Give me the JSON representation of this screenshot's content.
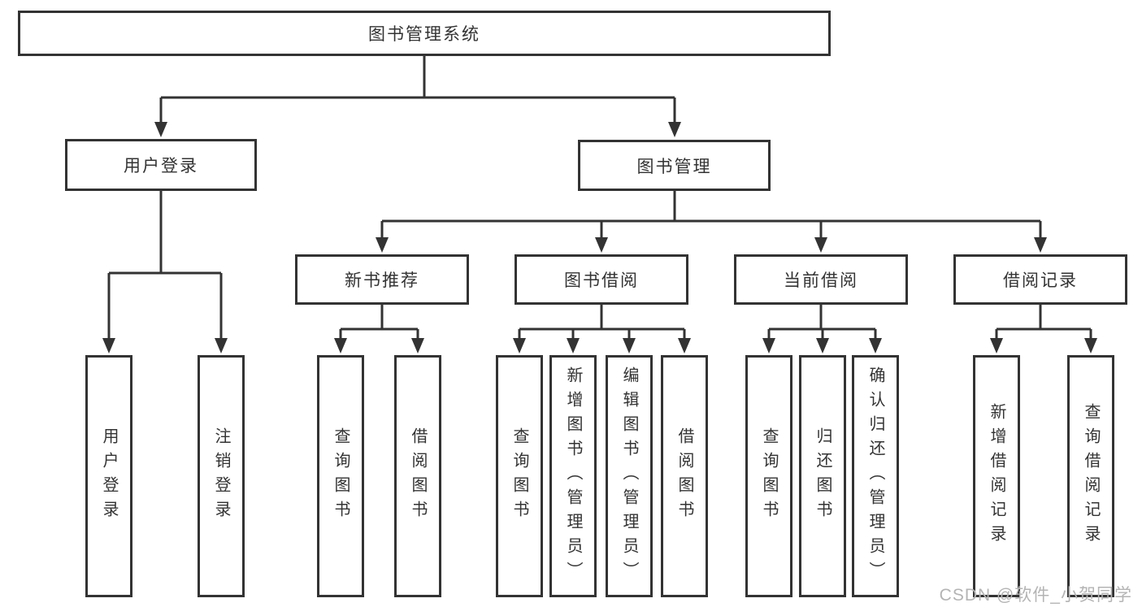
{
  "diagram": {
    "type": "tree",
    "title": "图书管理系统",
    "level2": [
      {
        "label": "用户登录"
      },
      {
        "label": "图书管理"
      }
    ],
    "level3": [
      {
        "label": "新书推荐",
        "parent": "图书管理"
      },
      {
        "label": "图书借阅",
        "parent": "图书管理"
      },
      {
        "label": "当前借阅",
        "parent": "图书管理"
      },
      {
        "label": "借阅记录",
        "parent": "图书管理"
      }
    ],
    "leaves": [
      {
        "label": "用户登录",
        "parent": "用户登录"
      },
      {
        "label": "注销登录",
        "parent": "用户登录"
      },
      {
        "label": "查询图书",
        "parent": "新书推荐"
      },
      {
        "label": "借阅图书",
        "parent": "新书推荐"
      },
      {
        "label": "查询图书",
        "parent": "图书借阅"
      },
      {
        "label": "新增图书（管理员）",
        "parent": "图书借阅"
      },
      {
        "label": "编辑图书（管理员）",
        "parent": "图书借阅"
      },
      {
        "label": "借阅图书",
        "parent": "图书借阅"
      },
      {
        "label": "查询图书",
        "parent": "当前借阅"
      },
      {
        "label": "归还图书",
        "parent": "当前借阅"
      },
      {
        "label": "确认归还（管理员）",
        "parent": "当前借阅"
      },
      {
        "label": "新增借阅记录",
        "parent": "借阅记录"
      },
      {
        "label": "查询借阅记录",
        "parent": "借阅记录"
      }
    ],
    "watermark": "CSDN @软件_小贺同学",
    "colors": {
      "line": "#333333",
      "text": "#333333",
      "box_background": "#ffffff",
      "page_background": "#ffffff",
      "watermark": "#b4b4b4"
    }
  }
}
